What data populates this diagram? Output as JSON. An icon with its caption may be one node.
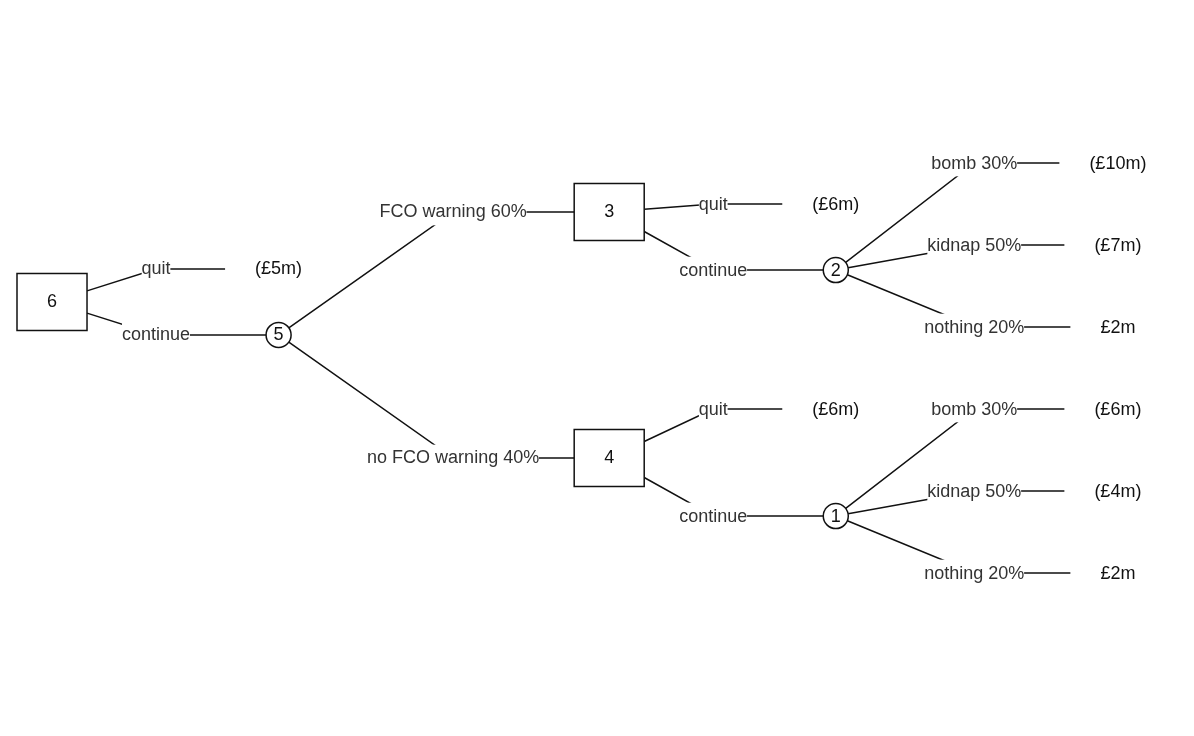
{
  "diagram": {
    "nodes": [
      {
        "text": [
          "6"
        ]
      },
      {
        "text": [
          "(£5m)"
        ]
      },
      {
        "text": [
          "5"
        ]
      },
      {
        "text": [
          "3"
        ]
      },
      {
        "text": [
          "(£6m)"
        ]
      },
      {
        "text": [
          "2"
        ]
      },
      {
        "text": [
          "(£10m)"
        ]
      },
      {
        "text": [
          "(£7m)"
        ]
      },
      {
        "text": [
          "£2m"
        ]
      },
      {
        "text": [
          "4"
        ]
      },
      {
        "text": [
          "(£6m)"
        ]
      },
      {
        "text": [
          "1"
        ]
      },
      {
        "text": [
          "(£6m)"
        ]
      },
      {
        "text": [
          "(£4m)"
        ]
      },
      {
        "text": [
          "£2m"
        ]
      }
    ],
    "edges": [
      {
        "from": 0,
        "to": 1,
        "arrow": "none",
        "label": "quit"
      },
      {
        "from": 0,
        "to": 2,
        "arrow": "none",
        "label": "continue"
      },
      {
        "from": 2,
        "to": 3,
        "arrow": "none",
        "label": "FCO warning 60%"
      },
      {
        "from": 2,
        "to": 9,
        "arrow": "none",
        "label": "no FCO warning 40%"
      },
      {
        "from": 3,
        "to": 4,
        "arrow": "none",
        "label": "quit"
      },
      {
        "from": 3,
        "to": 5,
        "arrow": "none",
        "label": "continue"
      },
      {
        "from": 5,
        "to": 6,
        "arrow": "none",
        "label": "bomb 30%"
      },
      {
        "from": 5,
        "to": 7,
        "arrow": "none",
        "label": "kidnap 50%"
      },
      {
        "from": 5,
        "to": 8,
        "arrow": "none",
        "label": "nothing 20%"
      },
      {
        "from": 9,
        "to": 10,
        "arrow": "none",
        "label": "quit"
      },
      {
        "from": 9,
        "to": 11,
        "arrow": "none",
        "label": "continue"
      },
      {
        "from": 11,
        "to": 12,
        "arrow": "none",
        "label": "bomb 30%"
      },
      {
        "from": 11,
        "to": 13,
        "arrow": "none",
        "label": "kidnap 50%"
      },
      {
        "from": 11,
        "to": 14,
        "arrow": "none",
        "label": "nothing 20%"
      }
    ]
  }
}
